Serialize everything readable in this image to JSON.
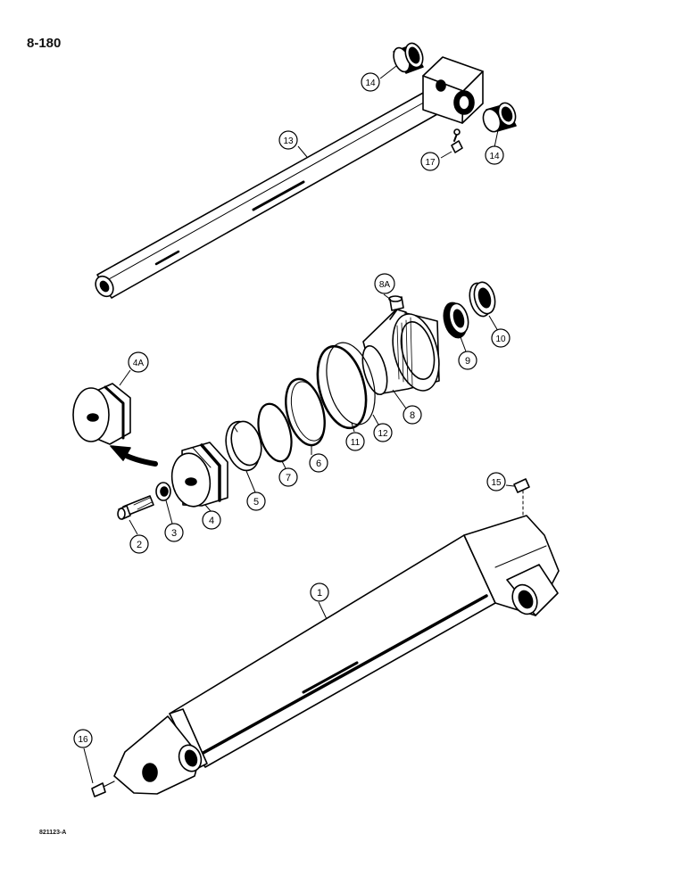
{
  "page_number": "8-180",
  "figure_code": "821123-A",
  "callouts": [
    "1",
    "2",
    "3",
    "4",
    "4A",
    "5",
    "6",
    "7",
    "8",
    "8A",
    "9",
    "10",
    "11",
    "12",
    "13",
    "14",
    "14",
    "15",
    "16",
    "17"
  ]
}
